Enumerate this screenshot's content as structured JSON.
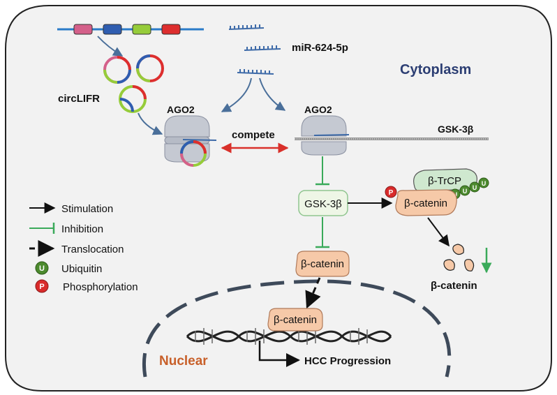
{
  "labels": {
    "mirna": "miR-624-5p",
    "cytoplasm": "Cytoplasm",
    "circrna": "circLIFR",
    "ago2_left": "AGO2",
    "ago2_right": "AGO2",
    "compete": "compete",
    "gsk3b_mrna": "GSK-3β",
    "trcp": "β-TrCP",
    "ubiquitin_marks": [
      "U",
      "U",
      "U",
      "U"
    ],
    "phospho_mark": "P",
    "gsk3b_protein": "GSK-3β",
    "bcat_phospho": "β-catenin",
    "bcat_free": "β-catenin",
    "bcat_degraded": "β-catenin",
    "bcat_nuclear": "β-catenin",
    "nuclear": "Nuclear",
    "hcc": "HCC Progression"
  },
  "legend": {
    "stimulation": "Stimulation",
    "inhibition": "Inhibition",
    "translocation": "Translocation",
    "ubiquitin": "Ubiquitin",
    "ubiquitin_mark": "U",
    "phosphorylation": "Phosphorylation",
    "phospho_mark": "P"
  },
  "colors": {
    "cell_fill": "#f2f2f2",
    "title_blue": "#2c3e73",
    "nuclear_orange": "#c8602a",
    "compete_red": "#d9302a",
    "inhibit_green": "#3aaa5a",
    "ubiquitin_green": "#4c8a2e",
    "phospho_red": "#d92b2b",
    "catenin_fill": "#f6c9a8",
    "gsk_fill": "#eef6e6",
    "trcp_fill": "#cfe8cf",
    "mirna_blue": "#3d6aa8",
    "ago_grey": "#c5c9d2"
  }
}
